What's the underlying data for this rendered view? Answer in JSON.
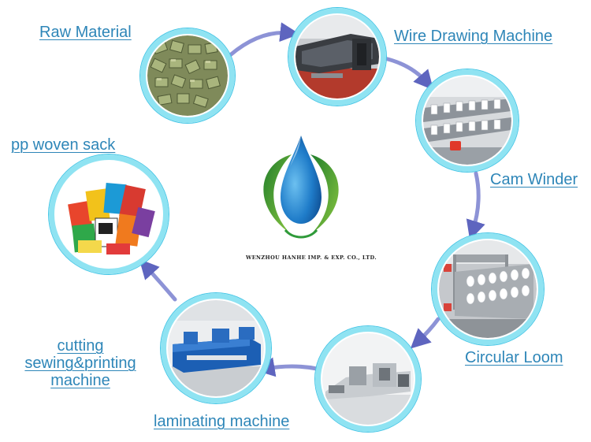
{
  "logo": {
    "company_name": "WENZHOU HANHE IMP. & EXP. CO., LTD."
  },
  "steps": [
    {
      "label": "Raw Material",
      "icon": "pellets-photo"
    },
    {
      "label": "Wire Drawing Machine",
      "icon": "extrusion-line-photo"
    },
    {
      "label": "Cam Winder",
      "icon": "bobbin-winder-photo"
    },
    {
      "label": "Circular Loom",
      "icon": "circular-loom-photo"
    },
    {
      "label": "laminating machine",
      "icon": "laminating-line-photo"
    },
    {
      "label_lines": [
        "cutting",
        "sewing&printing",
        "machine"
      ],
      "icon": "bag-converting-machine-photo"
    },
    {
      "label": "pp woven sack",
      "icon": "woven-sacks-photo"
    }
  ],
  "colors": {
    "label_text": "#2e86b8",
    "ring": "#8fe3f2",
    "arrow": "#6b72c4",
    "logo_leaf": "#2f9a3a",
    "logo_drop": "#1c74c4"
  }
}
